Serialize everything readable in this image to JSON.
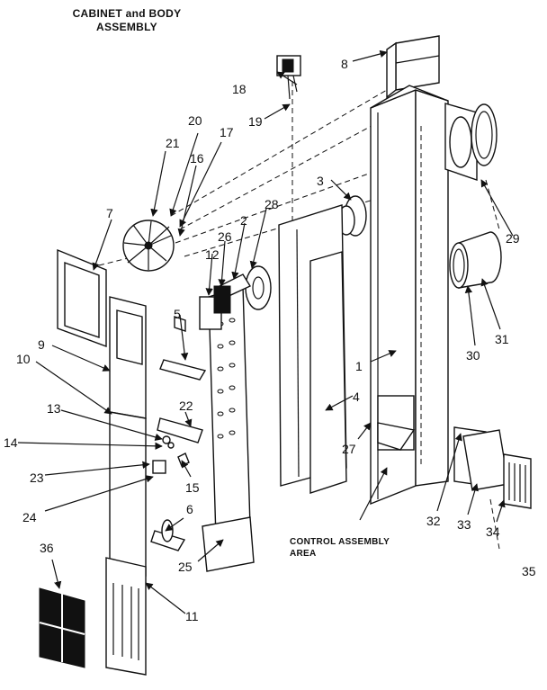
{
  "title_line1": "CABINET and BODY",
  "title_line2": "ASSEMBLY",
  "area_line1": "CONTROL ASSEMBLY",
  "area_line2": "AREA",
  "callouts": [
    "1",
    "2",
    "3",
    "4",
    "5",
    "6",
    "7",
    "8",
    "9",
    "10",
    "11",
    "12",
    "13",
    "14",
    "15",
    "16",
    "17",
    "18",
    "19",
    "20",
    "21",
    "22",
    "23",
    "24",
    "25",
    "26",
    "27",
    "28",
    "29",
    "30",
    "31",
    "32",
    "33",
    "34",
    "35",
    "36"
  ]
}
